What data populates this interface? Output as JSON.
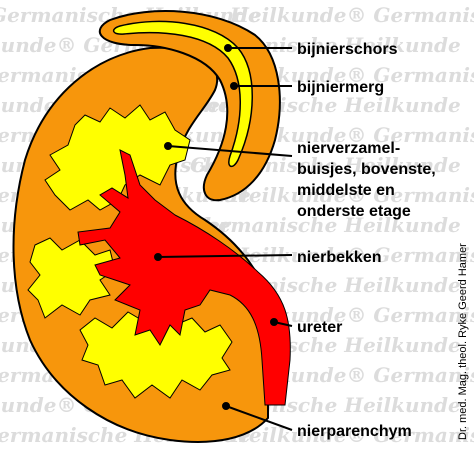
{
  "watermark": {
    "text_a": "Germanische Heilkunde",
    "text_b": "Heilkunde® Germanische"
  },
  "labels": {
    "bijnierschors": "bijnierschors",
    "bijniermerg": "bijniermerg",
    "nierverzamel_1": "nierverzamel-",
    "nierverzamel_2": "buisjes, bovenste,",
    "nierverzamel_3": "middelste en",
    "nierverzamel_4": "onderste etage",
    "nierbekken": "nierbekken",
    "ureter": "ureter",
    "nierparenchym": "nierparenchym"
  },
  "credit": "Dr. med. Mag. theol. Ryke Geerd Hamer",
  "colors": {
    "parenchym": "#f7960c",
    "verzamelbuisjes": "#ffff00",
    "nierbekken": "#ff0000",
    "bijniermerg": "#ffff00",
    "outline": "#000000"
  }
}
